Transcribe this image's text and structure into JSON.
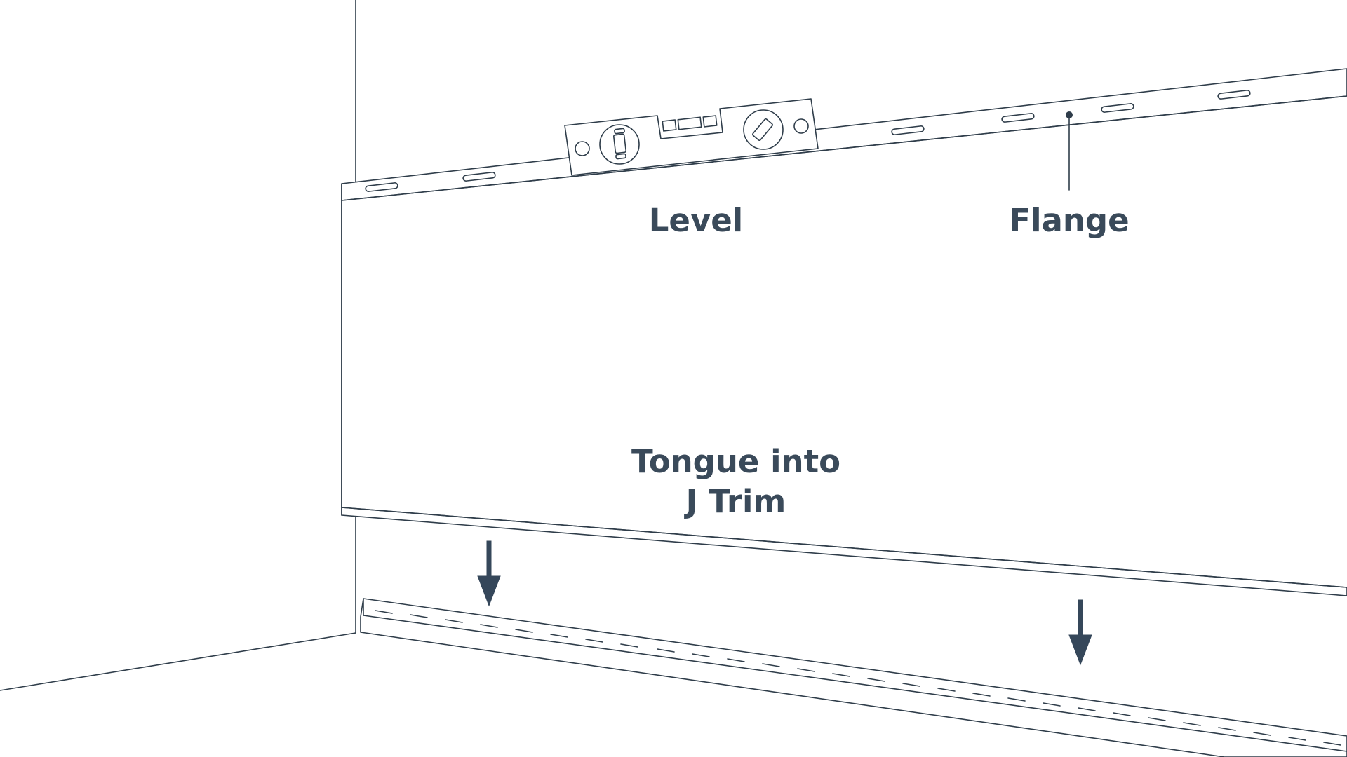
{
  "labels": {
    "level": "Level",
    "flange": "Flange",
    "tongue_line1": "Tongue into",
    "tongue_line2": "J Trim"
  },
  "colors": {
    "line": "#2f3d4a",
    "text": "#3a4a5a",
    "background": "#ffffff"
  },
  "icons": {
    "level_tool": "spirit-level-icon",
    "arrow": "arrow-down-icon"
  }
}
